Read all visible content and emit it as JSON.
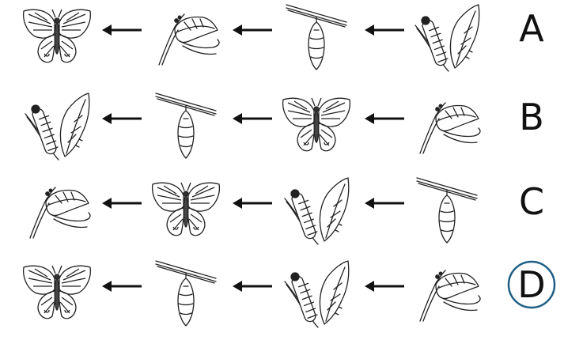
{
  "rows": [
    {
      "label": "A",
      "stages": [
        "butterfly",
        "egg",
        "chrysalis",
        "caterpillar"
      ],
      "selected": false
    },
    {
      "label": "B",
      "stages": [
        "caterpillar",
        "chrysalis",
        "butterfly",
        "egg"
      ],
      "selected": false
    },
    {
      "label": "C",
      "stages": [
        "egg",
        "butterfly",
        "caterpillar",
        "chrysalis"
      ],
      "selected": false
    },
    {
      "label": "D",
      "stages": [
        "butterfly",
        "chrysalis",
        "caterpillar",
        "egg"
      ],
      "selected": true
    }
  ],
  "selection_color": "#1f5f86",
  "arrow_direction": "left"
}
